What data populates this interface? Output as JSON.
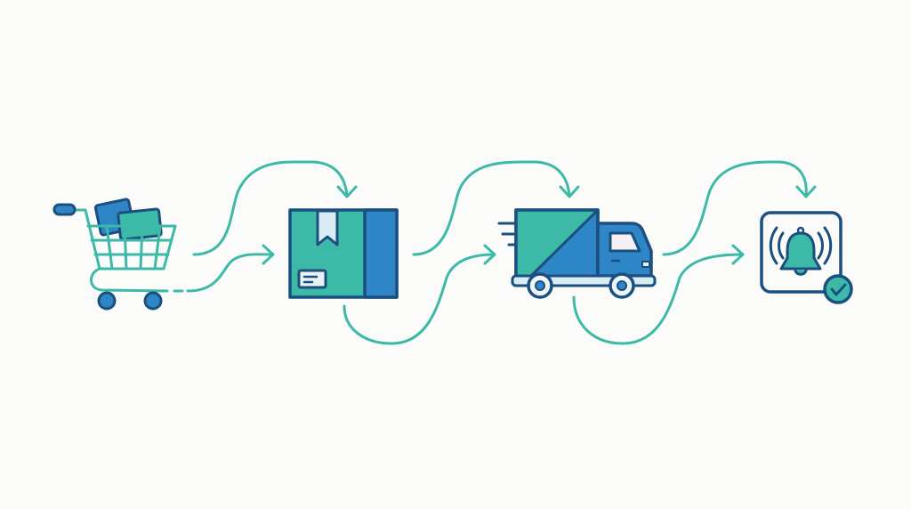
{
  "diagram": {
    "type": "process-flow",
    "colors": {
      "background": "#fbfbf9",
      "teal": "#3dbaa7",
      "blue": "#2f86c6",
      "navy": "#1b4f7f",
      "light": "#d9ecf3"
    },
    "steps": [
      {
        "id": "cart",
        "label": "Shopping cart",
        "icon": "shopping-cart-icon"
      },
      {
        "id": "package",
        "label": "Package",
        "icon": "package-box-icon"
      },
      {
        "id": "delivery",
        "label": "Delivery truck",
        "icon": "delivery-truck-icon"
      },
      {
        "id": "notification",
        "label": "Notification confirmed",
        "icon": "bell-check-icon"
      }
    ],
    "connectors": [
      {
        "from": "cart",
        "to": "package",
        "style": "double-wave-arrows"
      },
      {
        "from": "package",
        "to": "delivery",
        "style": "double-wave-arrows"
      },
      {
        "from": "delivery",
        "to": "notification",
        "style": "double-wave-arrows"
      }
    ]
  }
}
